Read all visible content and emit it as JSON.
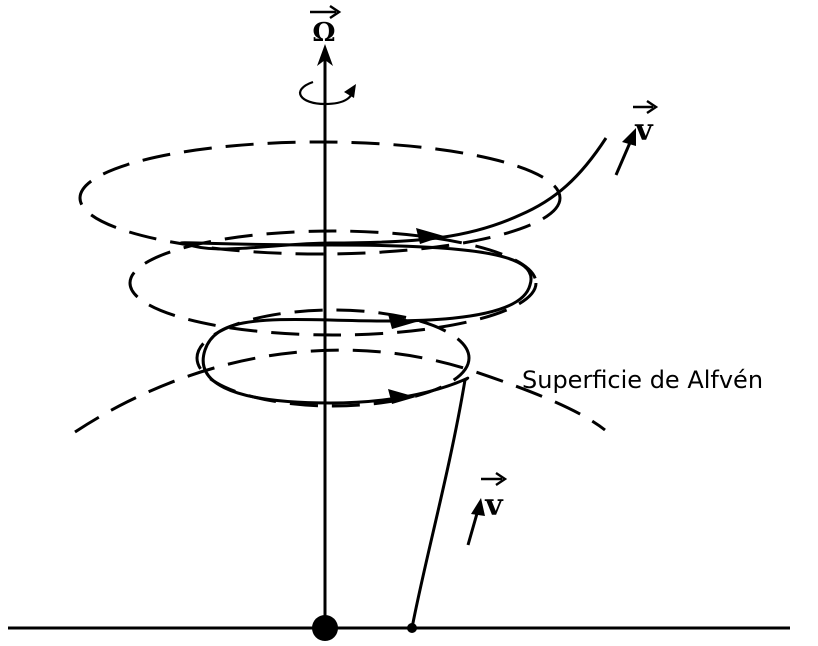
{
  "diagram": {
    "omega_symbol": "Ω",
    "velocity_upper": "v",
    "velocity_lower": "v",
    "surface_label": "Superficie de Alfvén"
  },
  "colors": {
    "ink": "#000000",
    "background": "#ffffff"
  }
}
